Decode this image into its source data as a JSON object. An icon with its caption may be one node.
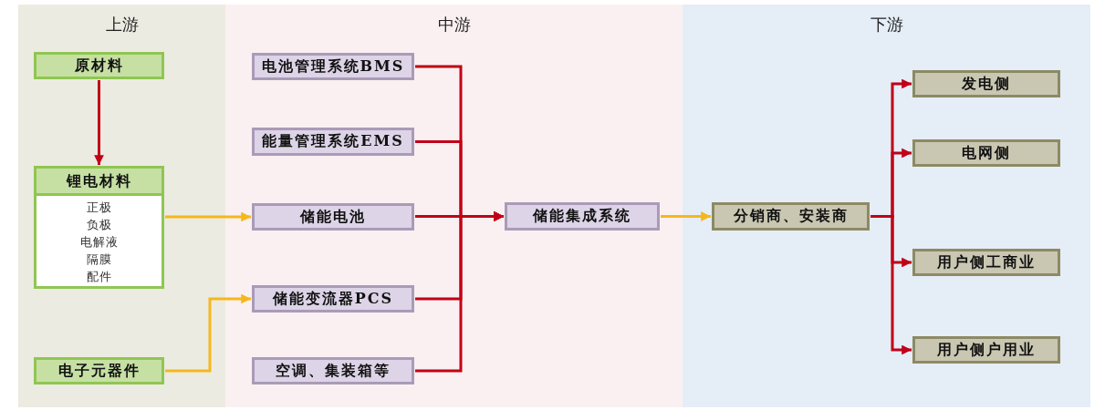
{
  "diagram": {
    "nodes": [
      {
        "text": [
          "上游"
        ]
      },
      {
        "text": [
          "原材料"
        ],
        "in": 0
      },
      {
        "text": [
          "锂电材料",
          "正极",
          "负极",
          "电解液",
          "隔膜",
          "配件"
        ],
        "in": 0
      },
      {
        "text": [
          "电子元器件"
        ],
        "in": 0
      },
      {
        "text": [
          "中游"
        ]
      },
      {
        "text": [
          "电池管理系统BMS"
        ],
        "in": 4
      },
      {
        "text": [
          "能量管理系统EMS"
        ],
        "in": 4
      },
      {
        "text": [
          "储能电池"
        ],
        "in": 4
      },
      {
        "text": [
          "储能变流器PCS"
        ],
        "in": 4
      },
      {
        "text": [
          "空调、集装箱等"
        ],
        "in": 4
      },
      {
        "text": [
          "储能集成系统"
        ],
        "in": 4
      },
      {
        "text": [
          "下游"
        ]
      },
      {
        "text": [
          "分销商、安装商"
        ],
        "in": 11
      },
      {
        "text": [
          "发电侧"
        ],
        "in": 11
      },
      {
        "text": [
          "电网侧"
        ],
        "in": 11
      },
      {
        "text": [
          "用户侧工商业"
        ],
        "in": 11
      },
      {
        "text": [
          "用户侧户用业"
        ],
        "in": 11
      }
    ],
    "edges": [
      {
        "from": 1,
        "to": 2,
        "arrow": "to"
      },
      {
        "from": 2,
        "to": 7,
        "arrow": "to",
        "color": "#f5b81c"
      },
      {
        "from": 3,
        "to": 8,
        "arrow": "to",
        "color": "#f5b81c"
      },
      {
        "from": 5,
        "to": 10,
        "arrow": "to"
      },
      {
        "from": 6,
        "to": 10,
        "arrow": "to"
      },
      {
        "from": 7,
        "to": 10,
        "arrow": "to"
      },
      {
        "from": 8,
        "to": 10,
        "arrow": "to"
      },
      {
        "from": 9,
        "to": 10,
        "arrow": "to"
      },
      {
        "from": 10,
        "to": 12,
        "arrow": "to",
        "color": "#f5b81c"
      },
      {
        "from": 12,
        "to": 13,
        "arrow": "to"
      },
      {
        "from": 12,
        "to": 14,
        "arrow": "to"
      },
      {
        "from": 12,
        "to": 15,
        "arrow": "to"
      },
      {
        "from": 12,
        "to": 16,
        "arrow": "to"
      }
    ]
  }
}
